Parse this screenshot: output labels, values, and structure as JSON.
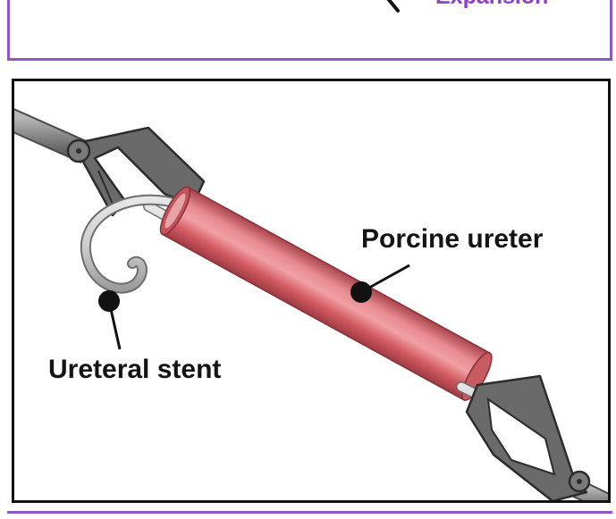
{
  "header": {
    "label": "Expansion"
  },
  "diagram": {
    "labels": {
      "ureter": "Porcine ureter",
      "stent": "Ureteral stent"
    },
    "colors": {
      "accent_purple": "#8e57c2",
      "ureter_red": "#d9636b",
      "clamp_gray": "#6f6f6f",
      "stent_gray": "#c8c8c8"
    }
  }
}
